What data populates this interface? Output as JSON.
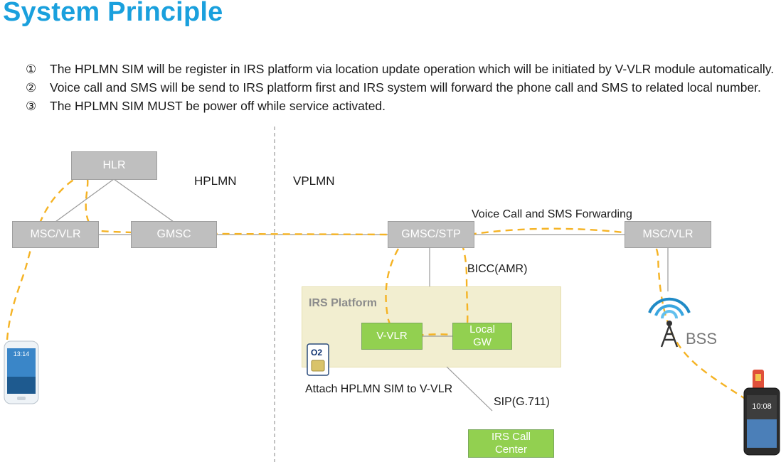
{
  "slide": {
    "title": "System Principle",
    "points": [
      {
        "num": "①",
        "text": "The HPLMN SIM will be register in IRS platform via location update operation which will be initiated by V-VLR module automatically."
      },
      {
        "num": "②",
        "text": "Voice call and SMS will be send to   IRS platform first and IRS system will forward the phone call and SMS to related local number."
      },
      {
        "num": "③",
        "text": "The HPLMN SIM MUST be power off while service activated."
      }
    ]
  },
  "diagram": {
    "nodes": {
      "hlr": "HLR",
      "home_msc": "MSC/VLR",
      "home_gmsc": "GMSC",
      "gmsc_stp": "GMSC/STP",
      "visit_msc": "MSC/VLR",
      "vvlr": "V-VLR",
      "local_gw": "Local\nGW",
      "call_center": "IRS Call\nCenter"
    },
    "labels": {
      "hplmn": "HPLMN",
      "vplmn": "VPLMN",
      "forwarding": "Voice Call and SMS Forwarding",
      "bicc": "BICC(AMR)",
      "platform": "IRS Platform",
      "attach": "Attach HPLMN SIM to V-VLR",
      "sip": "SIP(G.711)",
      "bss": "BSS",
      "phone_clock": "13:14",
      "htc_clock": "10:08",
      "sim_logo": "O2"
    },
    "colors": {
      "accent_title": "#1aa0dd",
      "signal_path": "#f5b324",
      "node_gray": "#bfbfbf",
      "node_green": "#92d050",
      "platform_bg": "#f2eed0"
    }
  }
}
